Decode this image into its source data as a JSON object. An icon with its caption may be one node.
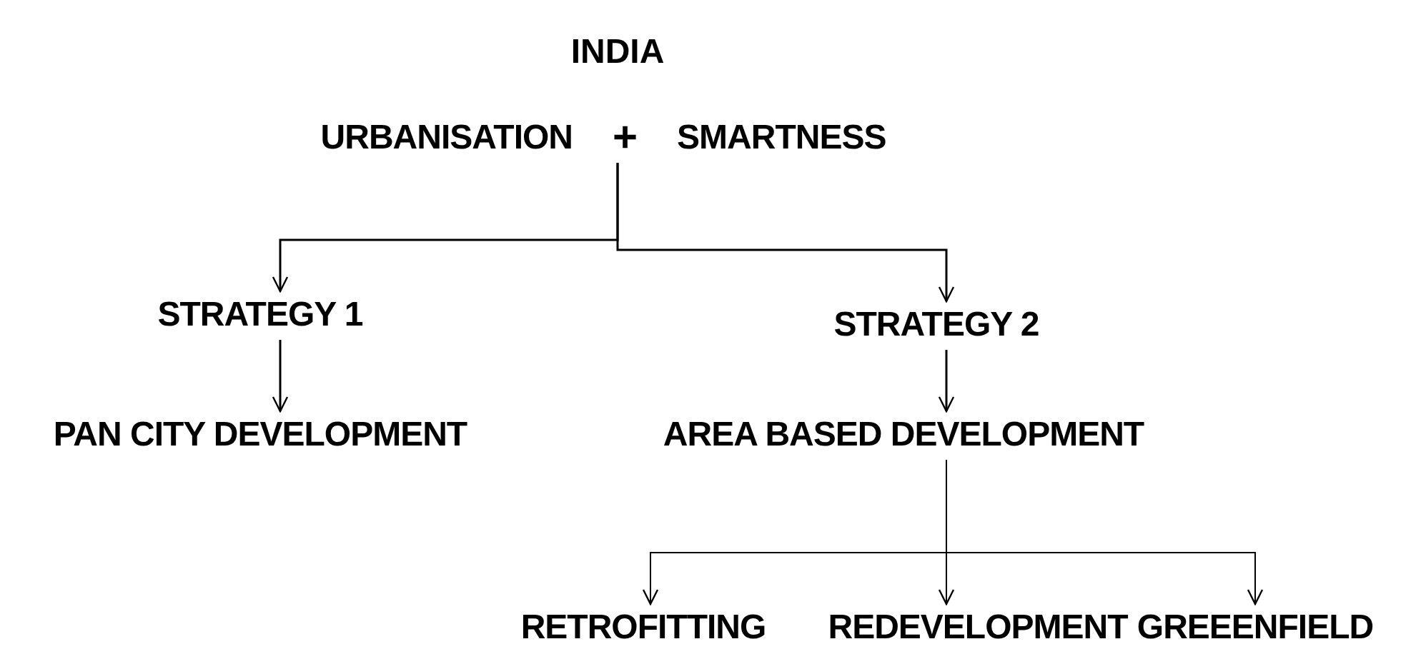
{
  "diagram": {
    "title": "INDIA",
    "nodes": [
      {
        "text": [
          "URBANISATION",
          "+",
          "SMARTNESS"
        ]
      },
      {
        "text": [
          "STRATEGY 1"
        ]
      },
      {
        "text": [
          "STRATEGY 2"
        ]
      },
      {
        "text": [
          "PAN CITY DEVELOPMENT"
        ]
      },
      {
        "text": [
          "AREA BASED DEVELOPMENT"
        ]
      },
      {
        "text": [
          "RETROFITTING"
        ]
      },
      {
        "text": [
          "REDEVELOPMENT"
        ]
      },
      {
        "text": [
          "GREEENFIELD"
        ]
      }
    ],
    "edges": [
      {
        "from": 0,
        "to": 1,
        "arrow": "to"
      },
      {
        "from": 0,
        "to": 2,
        "arrow": "to"
      },
      {
        "from": 1,
        "to": 3,
        "arrow": "to"
      },
      {
        "from": 2,
        "to": 4,
        "arrow": "to"
      },
      {
        "from": 4,
        "to": 5,
        "arrow": "to"
      },
      {
        "from": 4,
        "to": 6,
        "arrow": "to"
      },
      {
        "from": 4,
        "to": 7,
        "arrow": "to"
      }
    ]
  }
}
